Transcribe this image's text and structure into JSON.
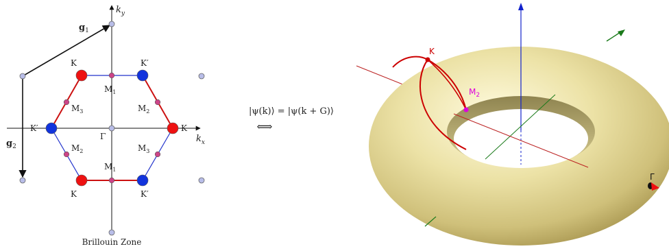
{
  "brillouin": {
    "axis_kx": "k",
    "axis_kx_sub": "x",
    "axis_ky": "k",
    "axis_ky_sub": "y",
    "vec_g1": "g",
    "vec_g1_sub": "1",
    "vec_g2": "g",
    "vec_g2_sub": "2",
    "gamma": "Γ",
    "caption": "Brillouin Zone",
    "label_K": "K",
    "label_Kp": "K′",
    "label_M": "M",
    "sub_1": "1",
    "sub_2": "2",
    "sub_3": "3"
  },
  "equation": {
    "line1": "|ψ(k)⟩ = |ψ(k + G)⟩",
    "line2": "⟺"
  },
  "torus": {
    "label_K": "K",
    "label_M": "M",
    "label_M_sub": "2",
    "label_gamma": "Γ"
  },
  "colors": {
    "K_point": "#ee1111",
    "Kp_point": "#1133dd",
    "M_point": "#cc4488",
    "lattice_point": "#b8bde8",
    "torus_fill": "#ece2a6",
    "torus_path": "#cc0000",
    "m2_marker": "#dd00dd",
    "axis_blue": "#1122cc",
    "axis_green": "#1a7a1a",
    "axis_red": "#bb2222"
  }
}
